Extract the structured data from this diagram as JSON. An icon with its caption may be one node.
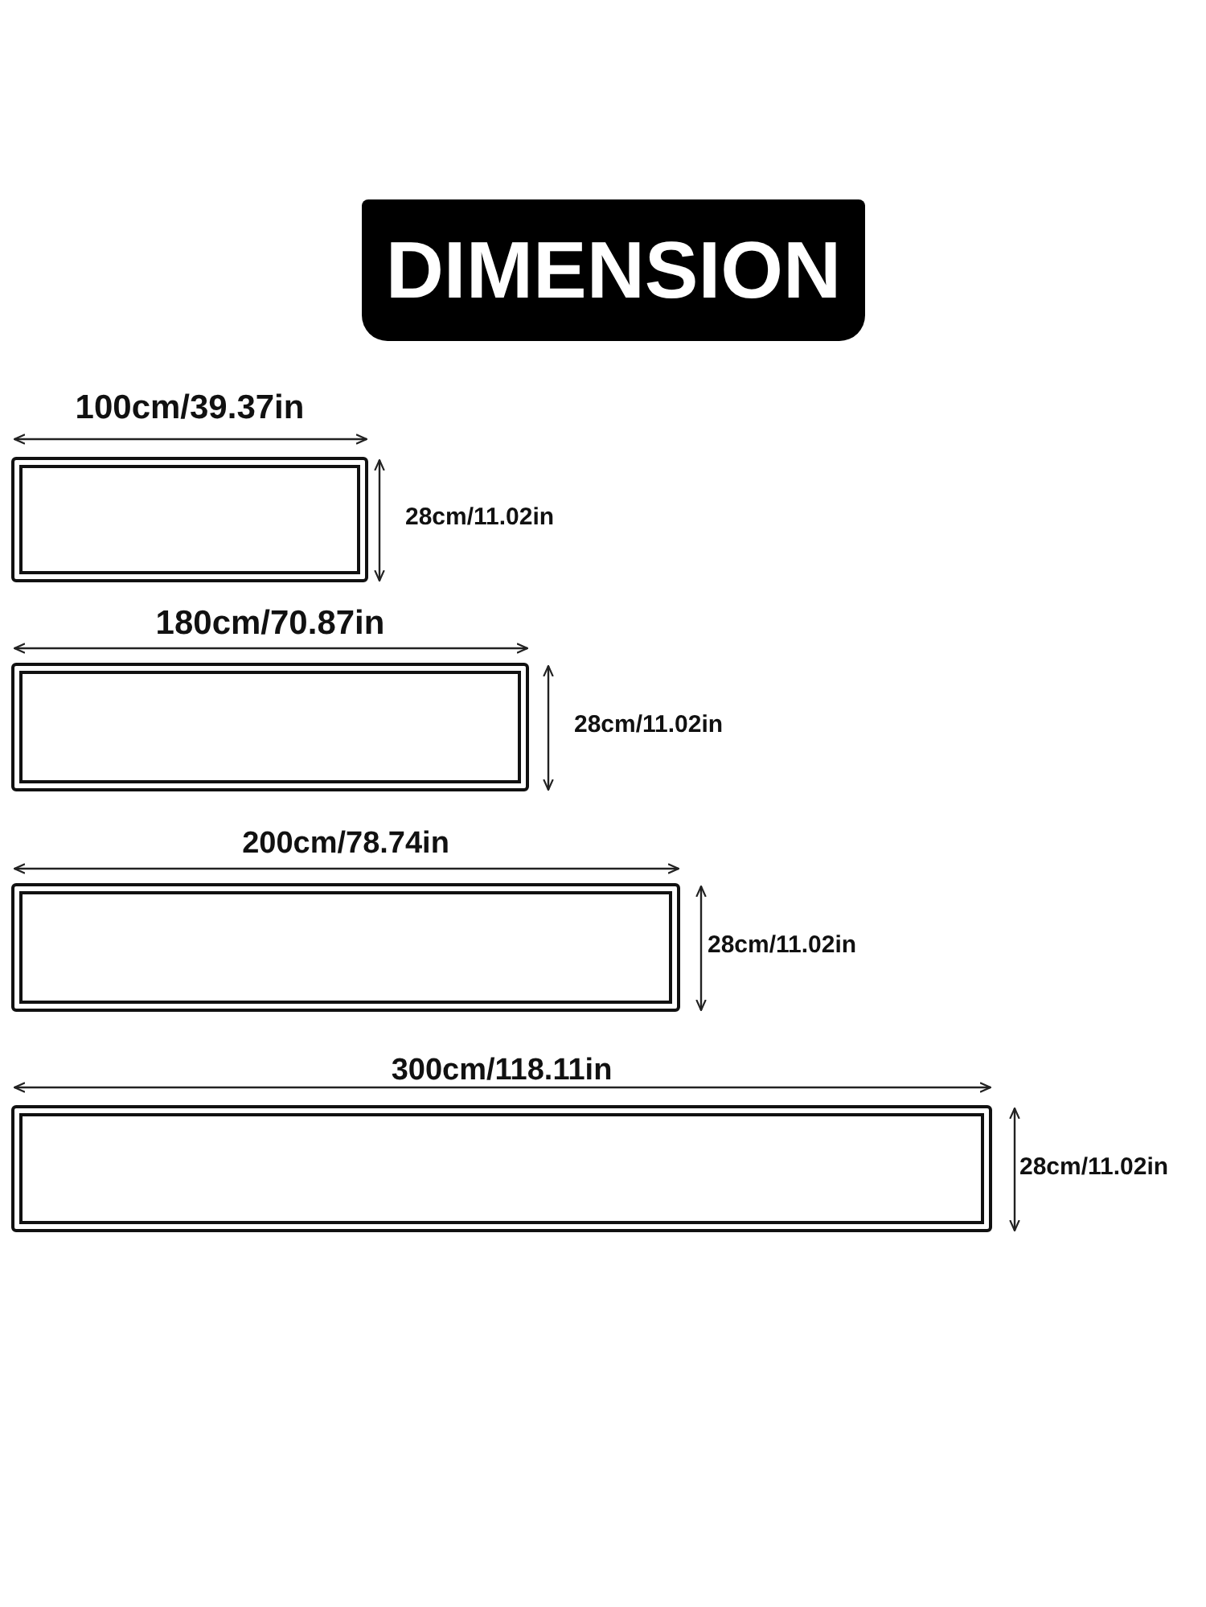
{
  "diagram": {
    "title": "DIMENSION",
    "labels": [
      "100cm/39.37in",
      "28cm/11.02in",
      "180cm/70.87in",
      "28cm/11.02in",
      "200cm/78.74in",
      "28cm/11.02in",
      "300cm/118.11in",
      "28cm/11.02in"
    ]
  }
}
